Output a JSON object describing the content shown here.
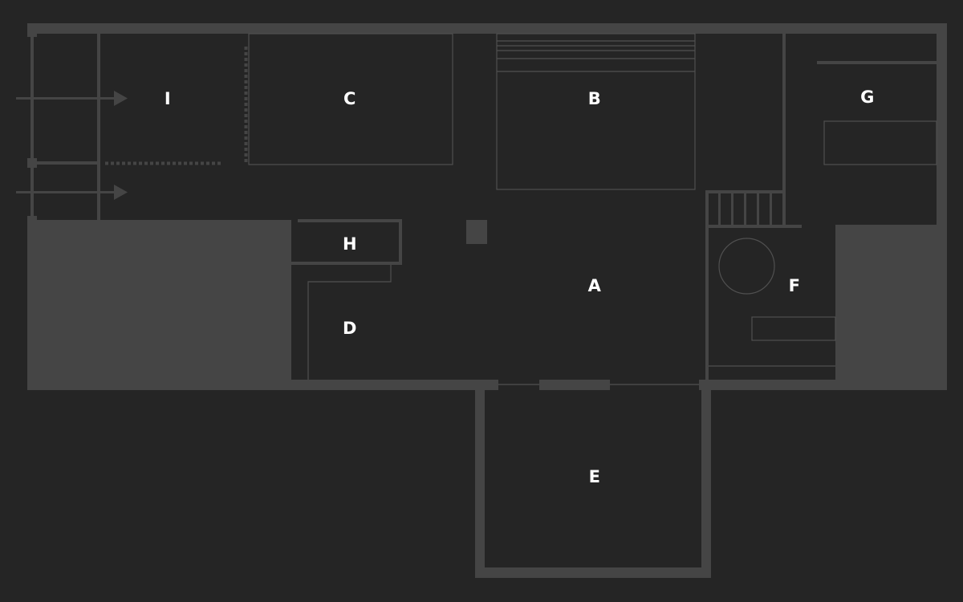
{
  "colors": {
    "background": "#252525",
    "wall": "#454545",
    "fixture_line": "#505050",
    "label": "#ffffff"
  },
  "rooms": [
    {
      "id": "room-a",
      "label": "A"
    },
    {
      "id": "room-b",
      "label": "B"
    },
    {
      "id": "room-c",
      "label": "C"
    },
    {
      "id": "room-d",
      "label": "D"
    },
    {
      "id": "room-e",
      "label": "E"
    },
    {
      "id": "room-f",
      "label": "F"
    },
    {
      "id": "room-g",
      "label": "G"
    },
    {
      "id": "room-h",
      "label": "H"
    },
    {
      "id": "room-i",
      "label": "I"
    }
  ]
}
